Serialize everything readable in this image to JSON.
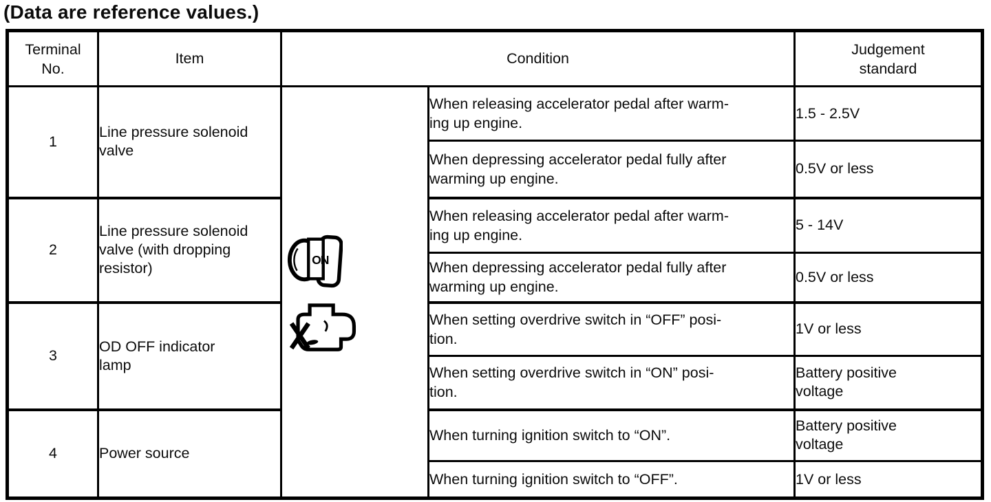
{
  "note": "(Data are reference values.)",
  "table": {
    "headers": {
      "terminal_lines": [
        "Terminal",
        "No."
      ],
      "item": "Item",
      "condition": "Condition",
      "judgement_lines": [
        "Judgement",
        "standard"
      ]
    },
    "icons": [
      {
        "name": "ignition-switch-on-icon",
        "label": "ON"
      },
      {
        "name": "engine-crossed-out-icon",
        "label": ""
      }
    ],
    "rows": [
      {
        "terminal": "1",
        "item": "Line pressure solenoid valve",
        "item_lines": [
          "Line pressure solenoid",
          "valve"
        ],
        "subrows": [
          {
            "condition_lines": [
              "When releasing accelerator pedal after warm-",
              "ing up engine."
            ],
            "standard_lines": [
              "1.5 - 2.5V"
            ]
          },
          {
            "condition_lines": [
              "When depressing accelerator pedal fully after",
              "warming up engine."
            ],
            "standard_lines": [
              "0.5V or less"
            ]
          }
        ]
      },
      {
        "terminal": "2",
        "item": "Line pressure solenoid valve (with dropping resistor)",
        "item_lines": [
          "Line pressure solenoid",
          "valve (with dropping",
          "resistor)"
        ],
        "subrows": [
          {
            "condition_lines": [
              "When releasing accelerator pedal after warm-",
              "ing up engine."
            ],
            "standard_lines": [
              "5 - 14V"
            ]
          },
          {
            "condition_lines": [
              "When depressing accelerator pedal fully after",
              "warming up engine."
            ],
            "standard_lines": [
              "0.5V or less"
            ]
          }
        ]
      },
      {
        "terminal": "3",
        "item": "OD OFF indicator lamp",
        "item_lines": [
          "OD OFF indicator",
          "lamp"
        ],
        "subrows": [
          {
            "condition_lines": [
              "When setting overdrive switch in “OFF” posi-",
              "tion."
            ],
            "standard_lines": [
              "1V or less"
            ]
          },
          {
            "condition_lines": [
              "When setting overdrive switch in “ON” posi-",
              "tion."
            ],
            "standard_lines": [
              "Battery positive",
              "voltage"
            ]
          }
        ]
      },
      {
        "terminal": "4",
        "item": "Power source",
        "item_lines": [
          "Power source"
        ],
        "subrows": [
          {
            "condition_lines": [
              "When turning ignition switch to “ON”."
            ],
            "standard_lines": [
              "Battery positive",
              "voltage"
            ]
          },
          {
            "condition_lines": [
              "When turning ignition switch to “OFF”."
            ],
            "standard_lines": [
              "1V or less"
            ]
          }
        ]
      }
    ]
  }
}
